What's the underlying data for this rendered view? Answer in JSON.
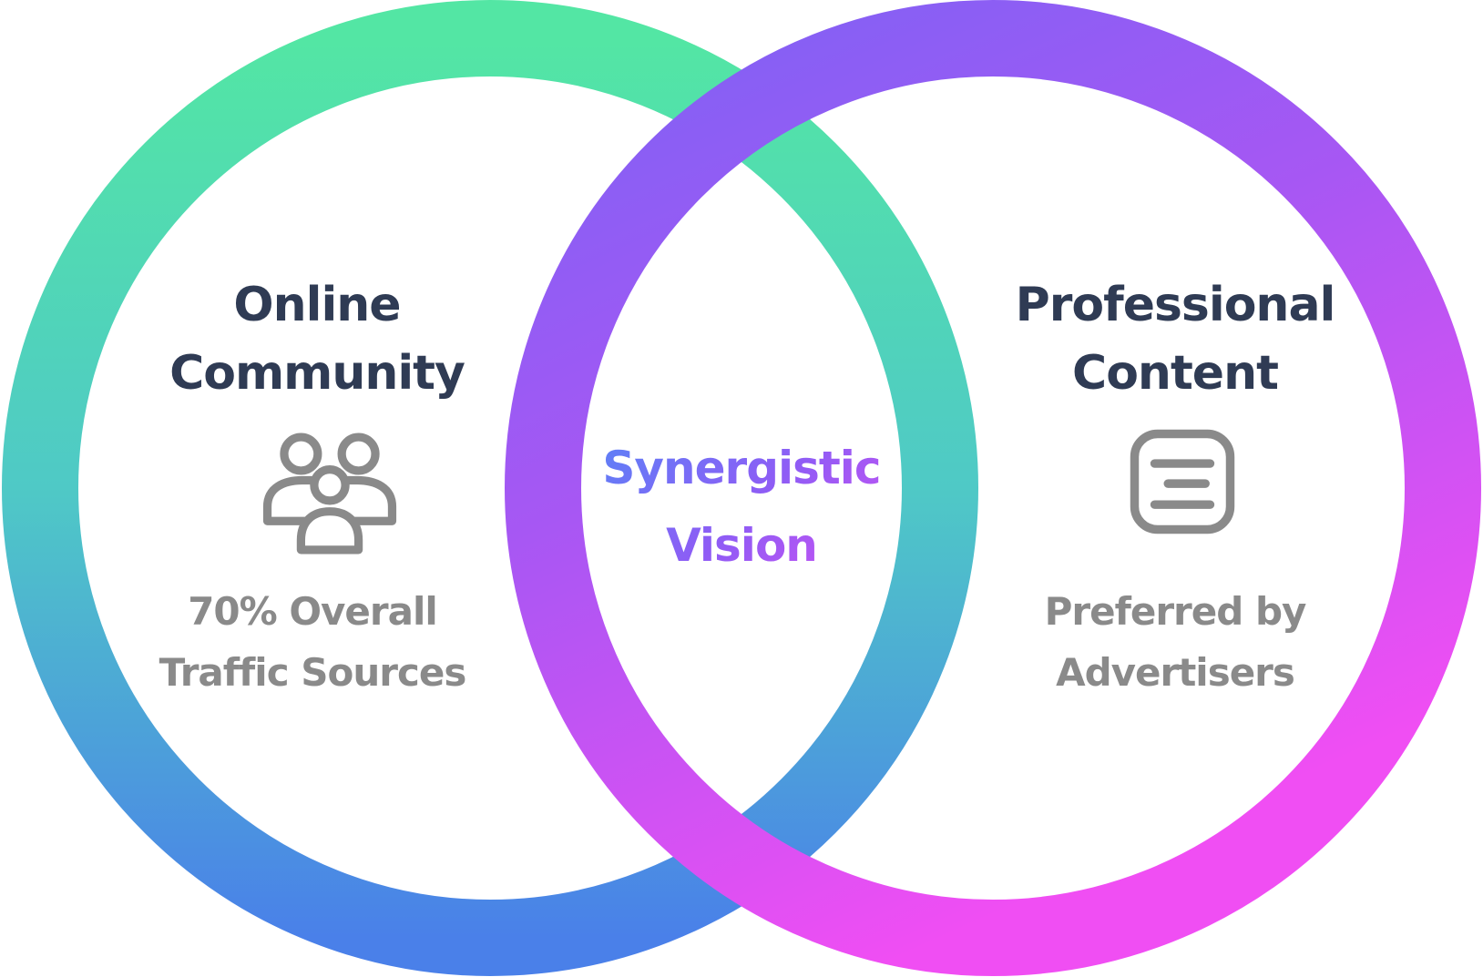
{
  "diagram": {
    "type": "venn",
    "left_circle": {
      "title_line1": "Online",
      "title_line2": "Community",
      "icon": "users-icon",
      "subtitle_line1": "70% Overall",
      "subtitle_line2": "Traffic Sources",
      "gradient_top": "#53E6A4",
      "gradient_mid": "#4FC9C6",
      "gradient_bottom": "#4A80E9"
    },
    "overlap": {
      "line1": "Synergistic",
      "line2": "Vision",
      "gradient_start": "#4A8FF7",
      "gradient_mid": "#8F5CF5",
      "gradient_end": "#EA4DF2"
    },
    "right_circle": {
      "title_line1": "Professional",
      "title_line2": "Content",
      "icon": "document-icon",
      "subtitle_line1": "Preferred by",
      "subtitle_line2": "Advertisers",
      "gradient_top": "#7E62F5",
      "gradient_mid": "#A757F3",
      "gradient_bottom": "#F04EF3"
    },
    "text_colors": {
      "heading": "#2F3B54",
      "subtitle": "#8A8A8A",
      "icon": "#8A8A8A"
    }
  }
}
